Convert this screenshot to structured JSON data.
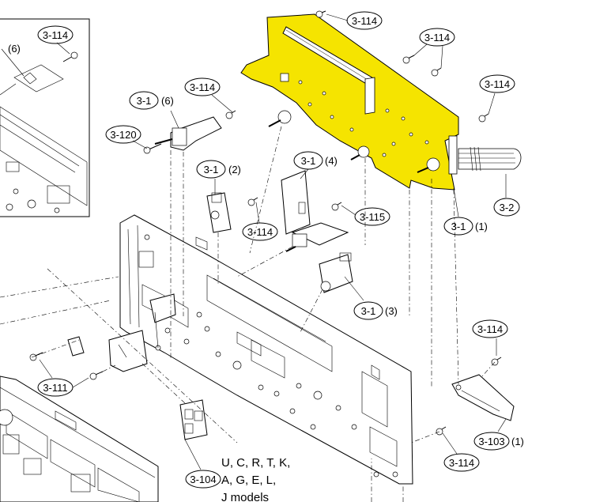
{
  "callouts": [
    {
      "id": "c1",
      "ref": "3-114",
      "qual": ""
    },
    {
      "id": "c2",
      "ref": "3-114",
      "qual": ""
    },
    {
      "id": "c3",
      "ref": "3-114",
      "qual": ""
    },
    {
      "id": "c4",
      "ref": "3-114",
      "qual": ""
    },
    {
      "id": "c5",
      "ref": "3-114",
      "qual": ""
    },
    {
      "id": "c6",
      "ref": "3-1",
      "qual": "(6)"
    },
    {
      "id": "c7",
      "ref": "3-120",
      "qual": ""
    },
    {
      "id": "c8",
      "ref": "3-1",
      "qual": "(2)"
    },
    {
      "id": "c9",
      "ref": "3-114",
      "qual": ""
    },
    {
      "id": "c10",
      "ref": "3-1",
      "qual": "(4)"
    },
    {
      "id": "c11",
      "ref": "3-115",
      "qual": ""
    },
    {
      "id": "c12",
      "ref": "3-1",
      "qual": "(1)"
    },
    {
      "id": "c13",
      "ref": "3-2",
      "qual": ""
    },
    {
      "id": "c14",
      "ref": "3-1",
      "qual": "(3)"
    },
    {
      "id": "c15",
      "ref": "3-111",
      "qual": ""
    },
    {
      "id": "c16",
      "ref": "3-114",
      "qual": ""
    },
    {
      "id": "c17",
      "ref": "3-103",
      "qual": "(1)"
    },
    {
      "id": "c18",
      "ref": "3-114",
      "qual": ""
    },
    {
      "id": "c19",
      "ref": "3-104",
      "qual": ""
    },
    {
      "id": "c20",
      "ref": "3-114",
      "qual": ""
    },
    {
      "id": "c21",
      "ref": "",
      "qual": "(6)"
    }
  ],
  "note": {
    "line1": "U, C, R, T, K,",
    "line2": "A, G, E, L,",
    "line3": "J models"
  },
  "colors": {
    "pcb_fill": "#f5e400",
    "line": "#000000",
    "background": "#ffffff"
  }
}
